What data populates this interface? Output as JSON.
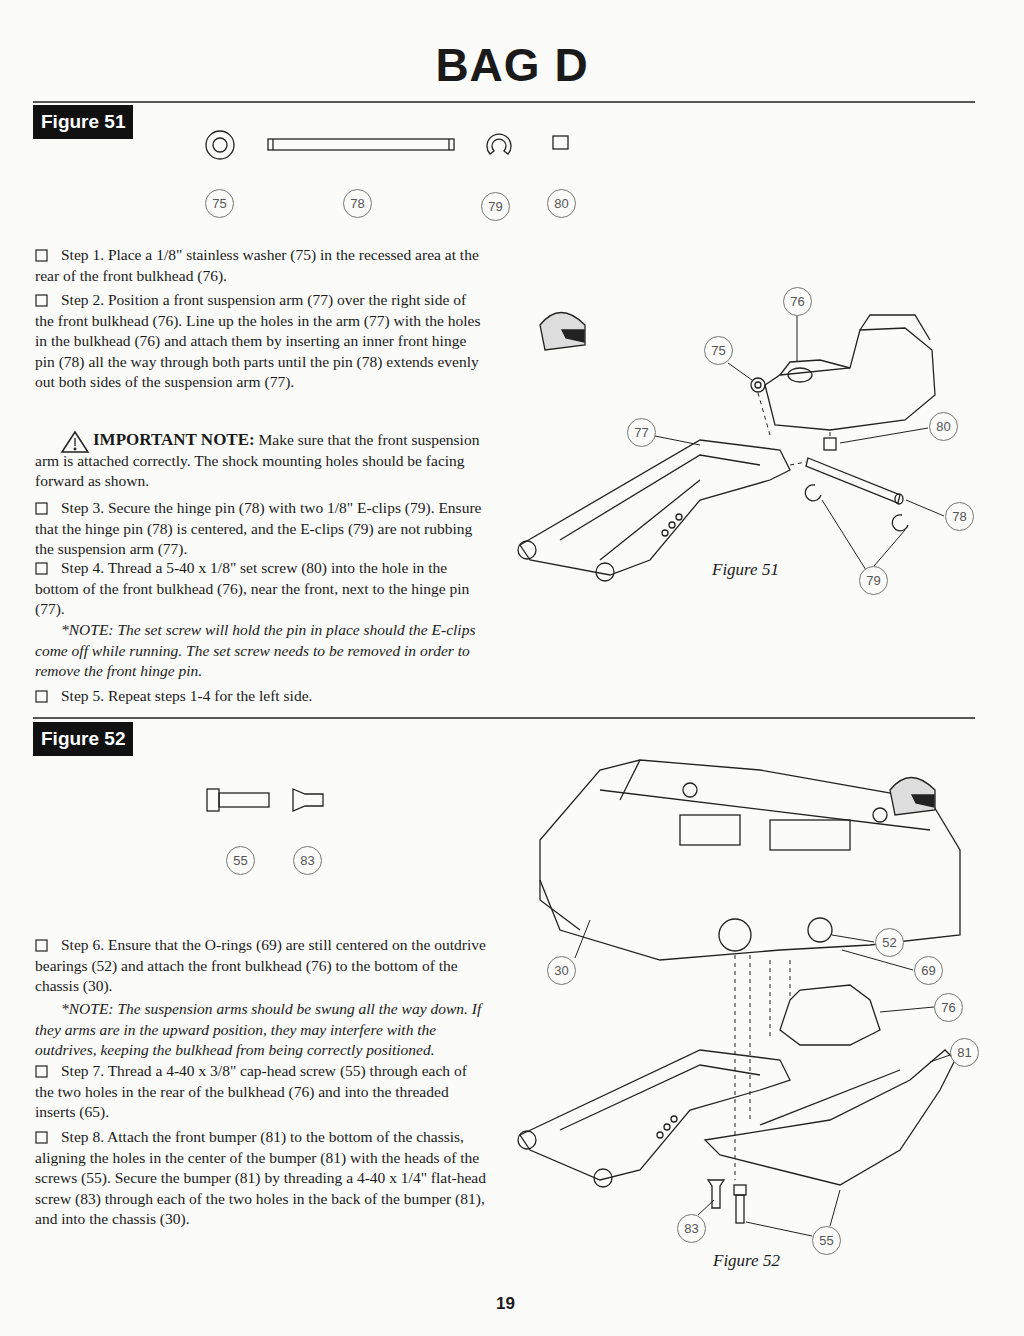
{
  "diagram": {
    "title": "BAG D",
    "nodes": [
      {
        "text": [
          "Figure 51"
        ]
      },
      {
        "text": [
          "Figure 52"
        ]
      }
    ],
    "labels": [
      "75",
      "78",
      "79",
      "80",
      "Step 1. Place a 1/8\" stainless washer (75) in the recessed area at the rear of the front bulkhead (76).",
      "Step 2. Position a front suspension arm (77) over the right side of the front bulkhead (76). Line up the holes in the arm (77) with the holes in the bulkhead (76) and attach them by inserting an inner front hinge pin (78) all the way through both parts until the pin (78) extends evenly out both sides of the suspension arm (77).",
      "IMPORTANT NOTE:",
      "Make sure that the front suspension arm is attached correctly. The shock mounting holes should be facing forward as shown.",
      "Step 3. Secure the hinge pin (78) with two 1/8\" E-clips (79). Ensure that the hinge pin (78) is centered, and the E-clips (79) are not rubbing the suspension arm (77).",
      "Step 4. Thread a 5-40 x 1/8\" set screw (80) into the hole in the bottom of the front bulkhead (76), near the front, next to the hinge pin (77).",
      "*NOTE: The set screw will hold the pin in place should the E-clips come off while running. The set screw needs to be removed in order to remove the front hinge pin.",
      "Step 5. Repeat steps 1-4 for the left side.",
      "76",
      "75",
      "80",
      "77",
      "78",
      "79",
      "Figure 51",
      "55",
      "83",
      "Step 6. Ensure that the O-rings (69) are still centered on the outdrive bearings (52) and attach the front bulkhead (76) to the bottom of the chassis (30).",
      "*NOTE: The suspension arms should be swung all the way down. If they arms are in the upward position, they may interfere with the outdrives, keeping the bulkhead from being correctly positioned.",
      "Step 7. Thread a 4-40 x 3/8\" cap-head screw (55) through each of the two holes in the rear of the bulkhead (76) and into the threaded inserts (65).",
      "Step 8. Attach the front bumper (81) to the bottom of the chassis, aligning the holes in the center of the bumper (81) with the heads of the screws (55). Secure the bumper (81) by threading a 4-40 x 1/4\" flat-head screw (83) through each of the two holes in the back of the bumper (81), and into the chassis (30).",
      "52",
      "30",
      "69",
      "76",
      "81",
      "83",
      "55",
      "Figure 52",
      "19"
    ]
  }
}
